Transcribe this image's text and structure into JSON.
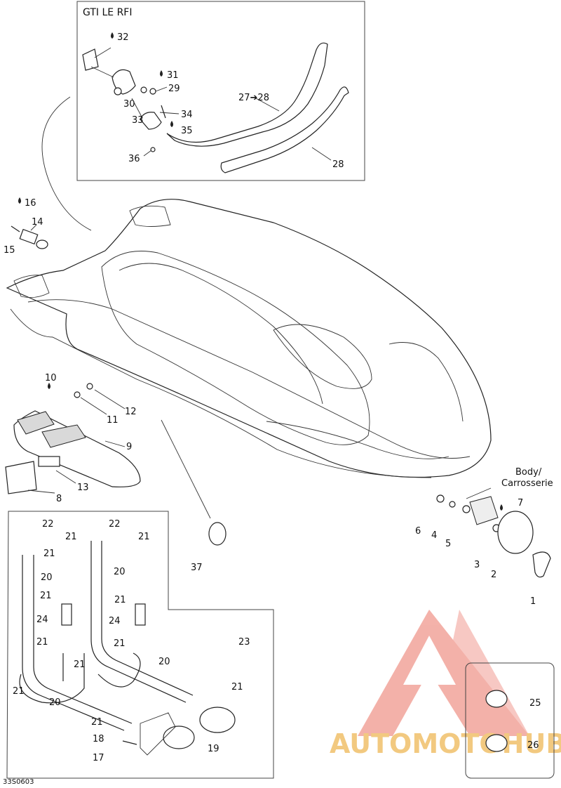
{
  "inset_title": "GTI LE RFI",
  "body_label_line1": "Body/",
  "body_label_line2": "Carrosserie",
  "figure_code": "33S0603",
  "callouts": {
    "c32": "32",
    "c31": "31",
    "c29": "29",
    "c30": "30",
    "c34": "34",
    "c35": "35",
    "c33": "33",
    "c36": "36",
    "c27_28": "27➔28",
    "c28": "28",
    "c16": "16",
    "c14": "14",
    "c15": "15",
    "c10": "10",
    "c12": "12",
    "c11": "11",
    "c9": "9",
    "c13": "13",
    "c8": "8",
    "c7": "7",
    "c6": "6",
    "c4": "4",
    "c5": "5",
    "c3": "3",
    "c2": "2",
    "c1": "1",
    "c37": "37",
    "c22a": "22",
    "c22b": "22",
    "c21a": "21",
    "c21b": "21",
    "c21c": "21",
    "c20a": "20",
    "c20b": "20",
    "c21d": "21",
    "c21e": "21",
    "c24a": "24",
    "c24b": "24",
    "c21f": "21",
    "c21g": "21",
    "c23": "23",
    "c20c": "20",
    "c21h": "21",
    "c21i": "21",
    "c20d": "20",
    "c21j": "21",
    "c21k": "21",
    "c18": "18",
    "c19": "19",
    "c17": "17",
    "c25": "25",
    "c26": "26"
  },
  "watermark": {
    "text": "AUTOMOTOHUB",
    "color": "#f2a49b",
    "text_color": "#f0c06a"
  },
  "icons": {
    "sealant": "drop-icon"
  }
}
